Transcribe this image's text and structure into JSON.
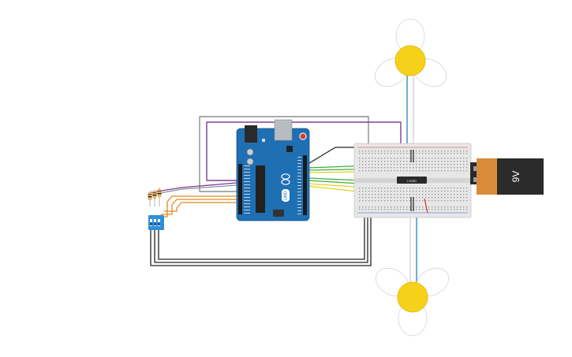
{
  "battery": {
    "label": "9V",
    "color_body": "#2b2b2b",
    "color_cap": "#d98a3a"
  },
  "arduino": {
    "logo_text": "UNO",
    "color": "#1f6fb3"
  },
  "driver_chip": {
    "label": "L293D"
  },
  "wire_colors": {
    "purple": "#7b3f98",
    "gray": "#8a8f94",
    "dark_gray": "#55595c",
    "green": "#3fae3a",
    "yellow": "#e4d21c",
    "orange": "#e08a1e",
    "black": "#222222",
    "blue": "#2f8fc0",
    "red": "#d33a2a"
  },
  "motor": {
    "color": "#f5d219"
  },
  "dip_switch": {
    "color": "#2f8fd8"
  }
}
